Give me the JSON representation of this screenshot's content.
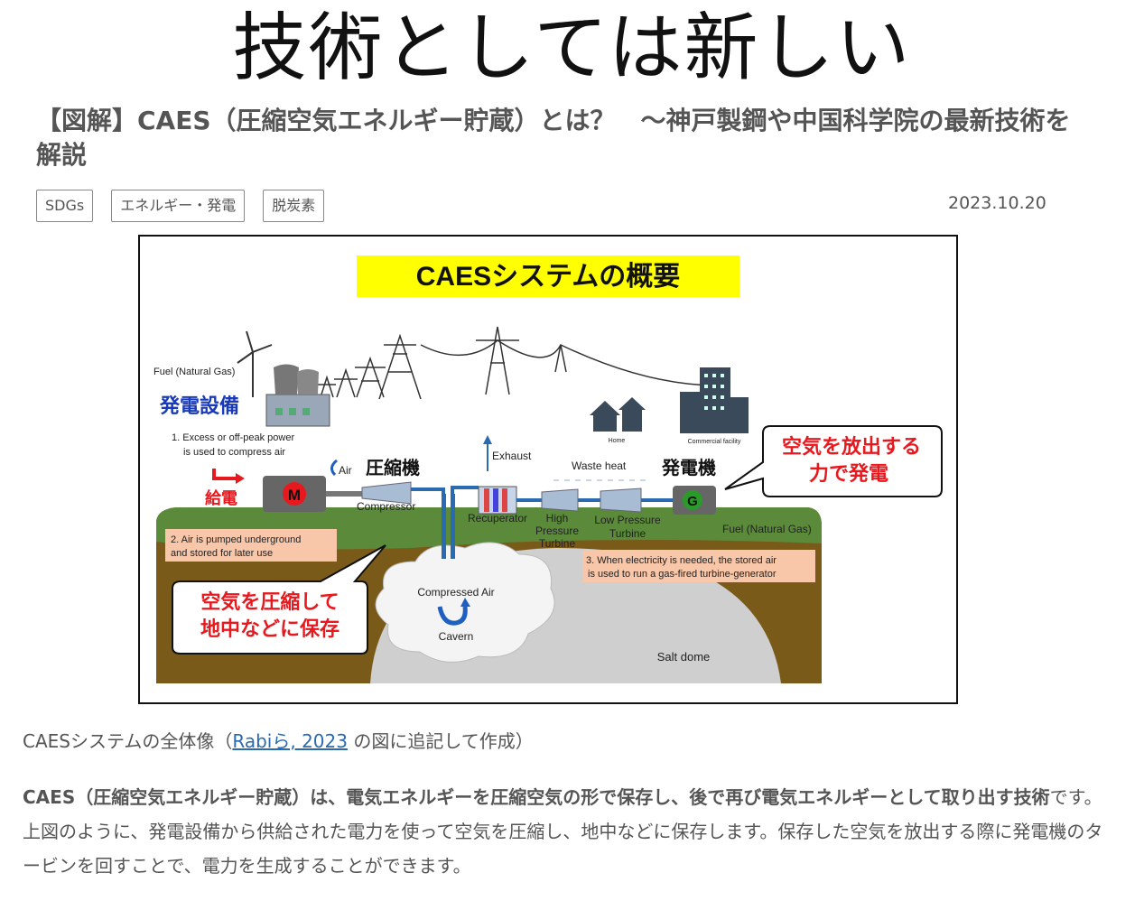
{
  "slide": {
    "title": "技術としては新しい"
  },
  "article": {
    "title": "【図解】CAES（圧縮空気エネルギー貯蔵）とは？　～神戸製鋼や中国科学院の最新技術を解説",
    "tags": [
      "SDGs",
      "エネルギー・発電",
      "脱炭素"
    ],
    "date": "2023.10.20"
  },
  "figure": {
    "banner": "CAESシステムの概要",
    "fuel_top": "Fuel (Natural Gas)",
    "power_facility": "発電設備",
    "step1_line1": "1. Excess or off-peak power",
    "step1_line2": "is used to compress air",
    "supply": "給電",
    "air": "Air",
    "compressor_jp": "圧縮機",
    "compressor_en": "Compressor",
    "exhaust": "Exhaust",
    "waste_heat": "Waste heat",
    "home": "Home",
    "commercial": "Commercial facility",
    "generator_jp": "発電機",
    "release_line1": "空気を放出する",
    "release_line2": "力で発電",
    "recuperator": "Recuperator",
    "hp_turbine_1": "High",
    "hp_turbine_2": "Pressure",
    "hp_turbine_3": "Turbine",
    "lp_turbine_1": "Low Pressure",
    "lp_turbine_2": "Turbine",
    "fuel_right": "Fuel (Natural Gas)",
    "step2_line1": "2. Air is pumped underground",
    "step2_line2": "and stored for later use",
    "step3_line1": "3. When electricity is needed, the stored air",
    "step3_line2": "is used to run a gas-fired turbine-generator",
    "compress_line1": "空気を圧縮して",
    "compress_line2": "地中などに保存",
    "compressed_air": "Compressed Air",
    "cavern": "Cavern",
    "salt_dome": "Salt dome",
    "motor_letter": "M",
    "generator_letter": "G"
  },
  "caption": {
    "prefix": "CAESシステムの全体像（",
    "link": "Rabiら, 2023",
    "suffix": " の図に追記して作成）"
  },
  "body": {
    "bold": "CAES（圧縮空気エネルギー貯蔵）は、電気エネルギーを圧縮空気の形で保存し、後で再び電気エネルギーとして取り出す技術",
    "rest": "です。上図のように、発電設備から供給された電力を使って空気を圧縮し、地中などに保存します。保存した空気を放出する際に発電機のタービンを回すことで、電力を生成することができます。"
  },
  "colors": {
    "banner_bg": "#ffff00",
    "japanese_red": "#e8191e",
    "japanese_blue": "#1a3bb8",
    "grass": "#5a8a3a",
    "soil": "#7a5a18",
    "salt_dome": "#cfcfcf",
    "step_box": "#f8c6a8",
    "link": "#2a6ab1"
  }
}
